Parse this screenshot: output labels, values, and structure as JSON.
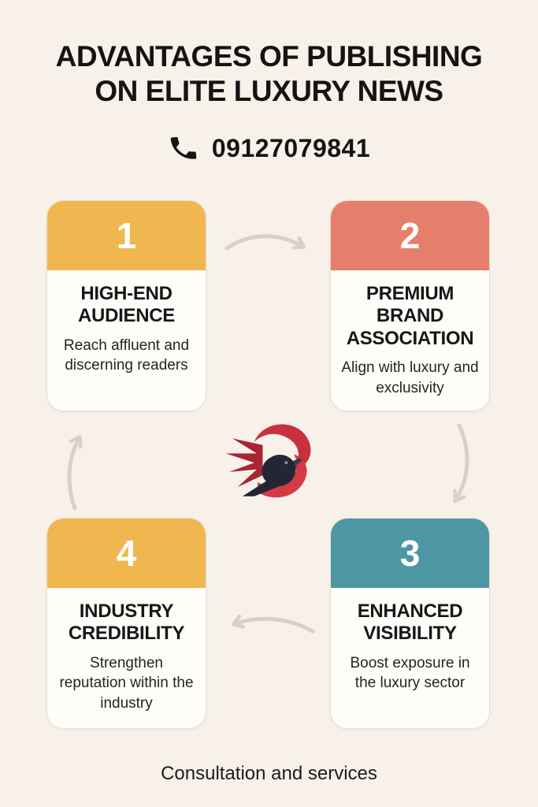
{
  "header": {
    "title_line1": "ADVANTAGES OF PUBLISHING",
    "title_line2": "ON ELITE LUXURY NEWS",
    "phone_icon": "phone-handset-icon",
    "phone_number": "09127079841"
  },
  "cards": [
    {
      "number": "1",
      "title": "HIGH-END AUDIENCE",
      "description": "Reach affluent and discerning readers",
      "accent": "#f0b64f"
    },
    {
      "number": "2",
      "title": "PREMIUM BRAND ASSOCIATION",
      "description": "Align with luxury and exclusivity",
      "accent": "#e57e6a"
    },
    {
      "number": "3",
      "title": "ENHANCED VISIBILITY",
      "description": "Boost exposure in the luxury sector",
      "accent": "#4d97a5"
    },
    {
      "number": "4",
      "title": "INDUSTRY CREDIBILITY",
      "description": "Strengthen reputation within the industry",
      "accent": "#f0b64f"
    }
  ],
  "logo": {
    "icon": "phoenix-raven-logo-icon"
  },
  "footer": {
    "text": "Consultation and services"
  },
  "colors": {
    "background": "#f7f1ea",
    "card_background": "#fffdf9",
    "card_border": "#e7dfd3",
    "arrow": "#d9d1c4",
    "title_text": "#141414",
    "card_number_text": "#ffffff",
    "logo_red": "#c8303c",
    "logo_dark": "#232733"
  }
}
